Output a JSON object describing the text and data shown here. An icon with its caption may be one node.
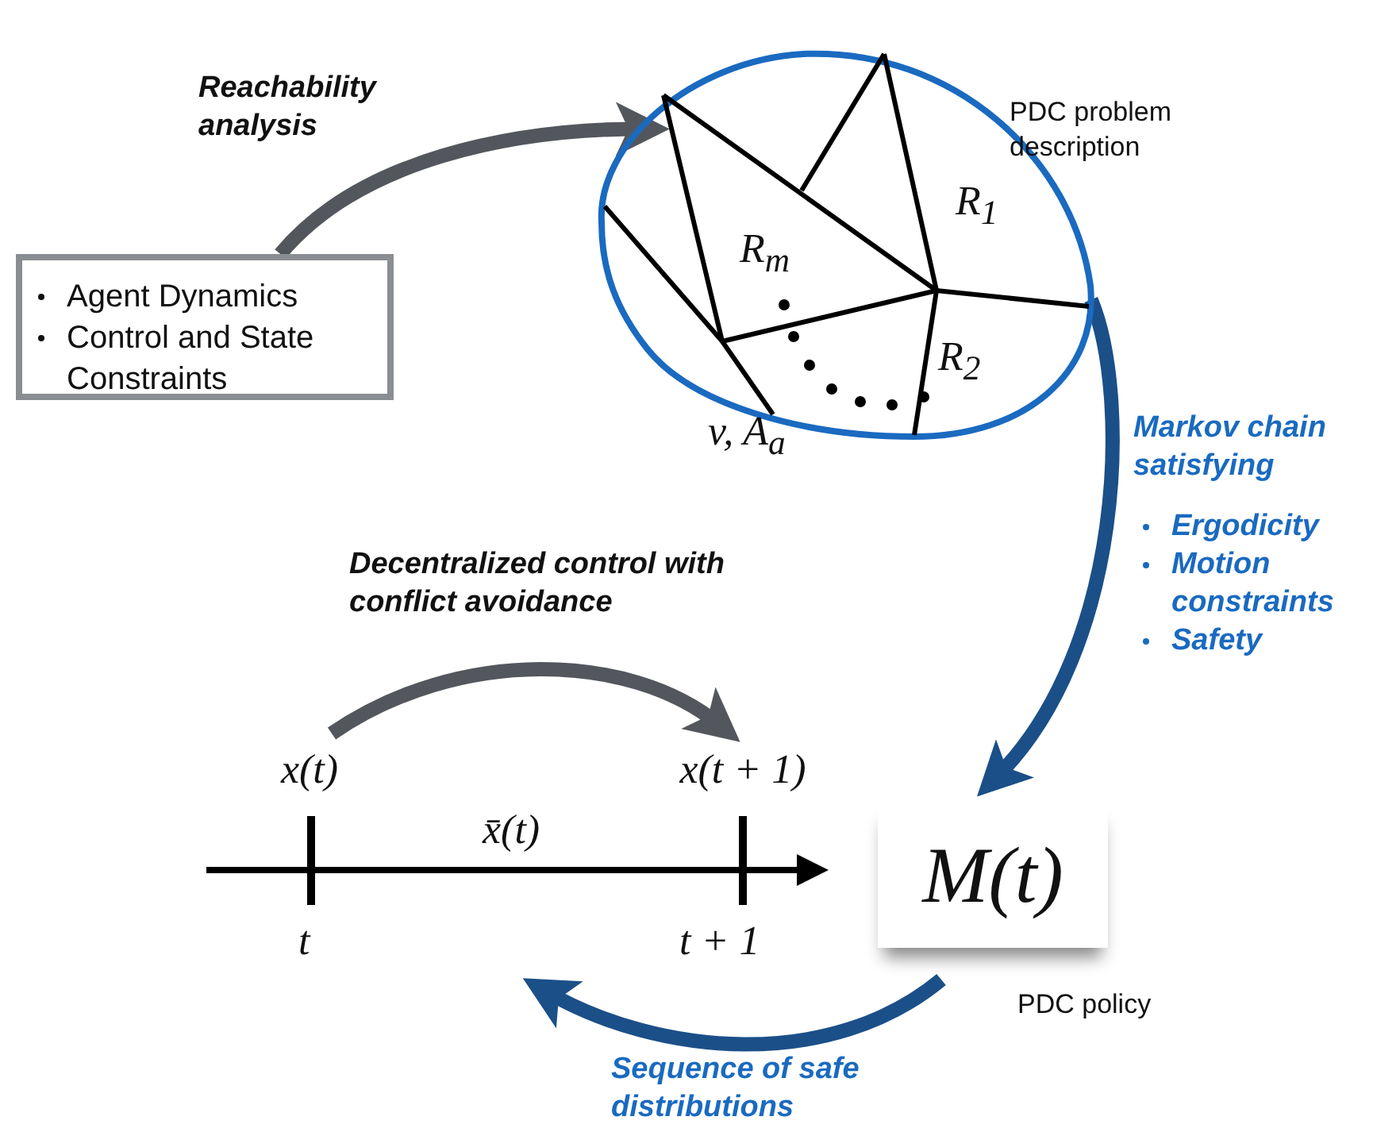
{
  "diagram": {
    "nodes": [
      {
        "text": [
          "Agent Dynamics",
          "Control and State Constraints"
        ]
      },
      {
        "text": [
          "PDC problem description"
        ]
      },
      {
        "text": [
          "M(t)",
          "PDC policy"
        ]
      },
      {
        "text": [
          "x(t)"
        ]
      },
      {
        "text": [
          "x(t + 1)"
        ]
      }
    ],
    "edges": [
      {
        "from": 0,
        "to": 1,
        "arrow": "to",
        "label": "Reachability analysis",
        "color": "#53575d"
      },
      {
        "from": 1,
        "to": 2,
        "arrow": "to",
        "label": "Markov chain satisfying",
        "color": "#1b4f88"
      },
      {
        "from": 3,
        "to": 4,
        "arrow": "to",
        "label": "Decentralized control with conflict avoidance",
        "color": "#53575d"
      },
      {
        "from": 2,
        "to": null,
        "arrow": "to",
        "label": "Sequence of safe distributions",
        "color": "#1b4f88"
      }
    ],
    "labels": [
      "R$_{1}$",
      "R$_{m}$",
      "R$_{2}$",
      "v, A$_{a}$",
      "Ergodicity",
      "Motion constraints",
      "Safety",
      "x̄(t)",
      "t",
      "t + 1"
    ]
  }
}
